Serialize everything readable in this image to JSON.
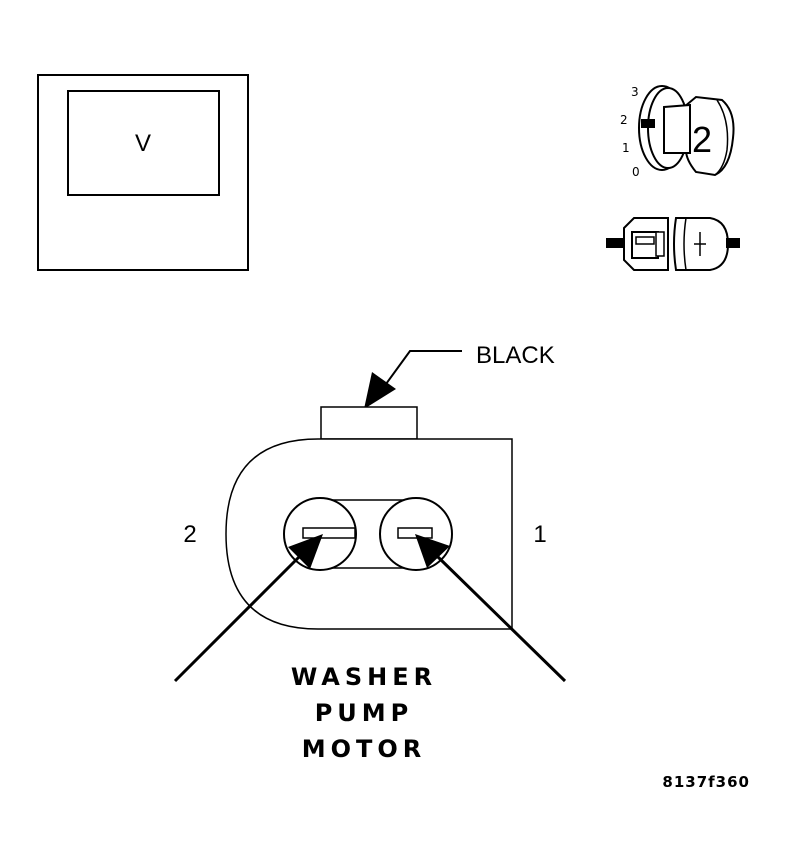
{
  "meter": {
    "unit": "V"
  },
  "ignition": {
    "positions": [
      "3",
      "2",
      "1",
      "0"
    ],
    "key_number": "2"
  },
  "connector": {
    "color_label": "BLACK",
    "pin_left": "2",
    "pin_right": "1",
    "component_lines": [
      "WASHER",
      "PUMP",
      "MOTOR"
    ]
  },
  "figure_id": "8137f360",
  "colors": {
    "ink": "#000000",
    "paper": "#ffffff"
  }
}
